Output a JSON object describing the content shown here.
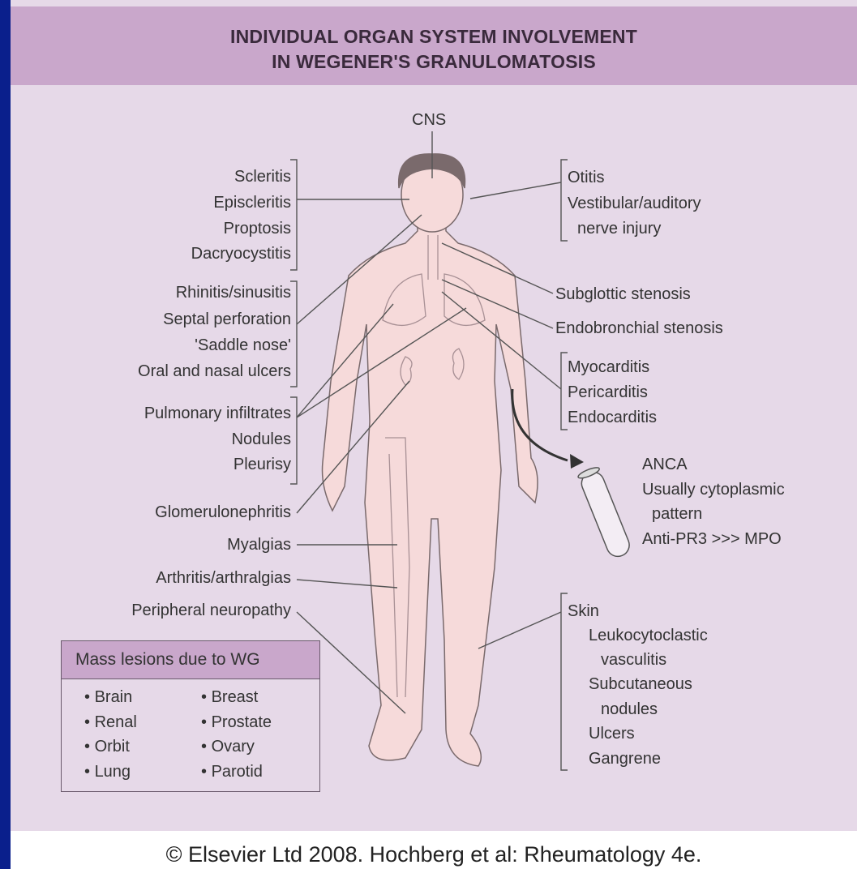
{
  "title": {
    "line1": "INDIVIDUAL ORGAN SYSTEM INVOLVEMENT",
    "line2": "IN WEGENER'S GRANULOMATOSIS"
  },
  "left_labels": {
    "eye": [
      "Scleritis",
      "Episcleritis",
      "Proptosis",
      "Dacryocystitis"
    ],
    "nose": [
      "Rhinitis/sinusitis",
      "Septal perforation",
      "'Saddle nose'",
      "Oral and nasal ulcers"
    ],
    "lung": [
      "Pulmonary infiltrates",
      "Nodules",
      "Pleurisy"
    ],
    "kidney": "Glomerulonephritis",
    "muscle": "Myalgias",
    "joint": "Arthritis/arthralgias",
    "nerve": "Peripheral neuropathy"
  },
  "top_label": "CNS",
  "right_labels": {
    "ear": [
      "Otitis",
      "Vestibular/auditory",
      "nerve injury"
    ],
    "subglottic": "Subglottic stenosis",
    "endobronchial": "Endobronchial stenosis",
    "heart": [
      "Myocarditis",
      "Pericarditis",
      "Endocarditis"
    ],
    "anca": [
      "ANCA",
      "Usually cytoplasmic",
      "pattern",
      "Anti-PR3 >>> MPO"
    ],
    "skin": [
      "Skin",
      "Leukocytoclastic",
      "vasculitis",
      "Subcutaneous",
      "nodules",
      "Ulcers",
      "Gangrene"
    ]
  },
  "mass_box": {
    "title": "Mass lesions due to WG",
    "col1": [
      "Brain",
      "Renal",
      "Orbit",
      "Lung"
    ],
    "col2": [
      "Breast",
      "Prostate",
      "Ovary",
      "Parotid"
    ]
  },
  "footer": "© Elsevier Ltd 2008. Hochberg et al: Rheumatology 4e.",
  "colors": {
    "background": "#0a1f8c",
    "panel": "#e6d9e8",
    "header": "#c9a7cb",
    "body": "#f6dada"
  }
}
